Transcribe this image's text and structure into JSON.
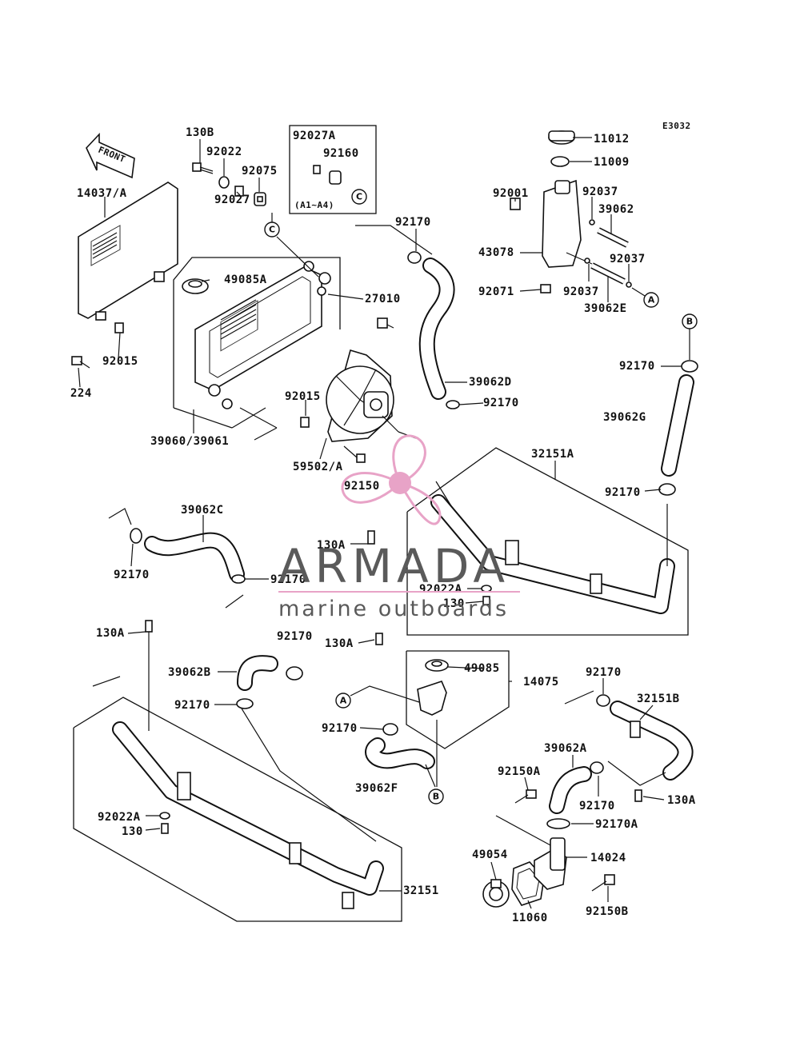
{
  "diagram_code": "E3032",
  "front_label": "FRONT",
  "variant_label": "(A1~A4)",
  "watermark": {
    "brand": "ARMADA",
    "tagline": "marine outboards",
    "color": "#e8a3c7"
  },
  "part_labels": [
    "130B",
    "92022",
    "92027A",
    "92160",
    "92075",
    "92027",
    "14037/A",
    "49085A",
    "27010",
    "92015",
    "224",
    "39060/39061",
    "92015",
    "59502/A",
    "92150",
    "92170",
    "39062D",
    "92170",
    "11012",
    "11009",
    "92001",
    "92037",
    "39062",
    "43078",
    "92037",
    "92071",
    "92037",
    "39062E",
    "92170",
    "39062G",
    "32151A",
    "92170",
    "39062C",
    "92170",
    "92170",
    "130A",
    "92022A",
    "130",
    "130A",
    "92170",
    "130A",
    "39062B",
    "49085",
    "14075",
    "92170",
    "92170",
    "39062F",
    "92170",
    "32151B",
    "39062A",
    "92150A",
    "92170",
    "130A",
    "92022A",
    "130",
    "92170A",
    "49054",
    "14024",
    "11060",
    "92150B",
    "32151"
  ],
  "reference_markers": [
    "C",
    "C",
    "A",
    "B",
    "A",
    "B"
  ]
}
